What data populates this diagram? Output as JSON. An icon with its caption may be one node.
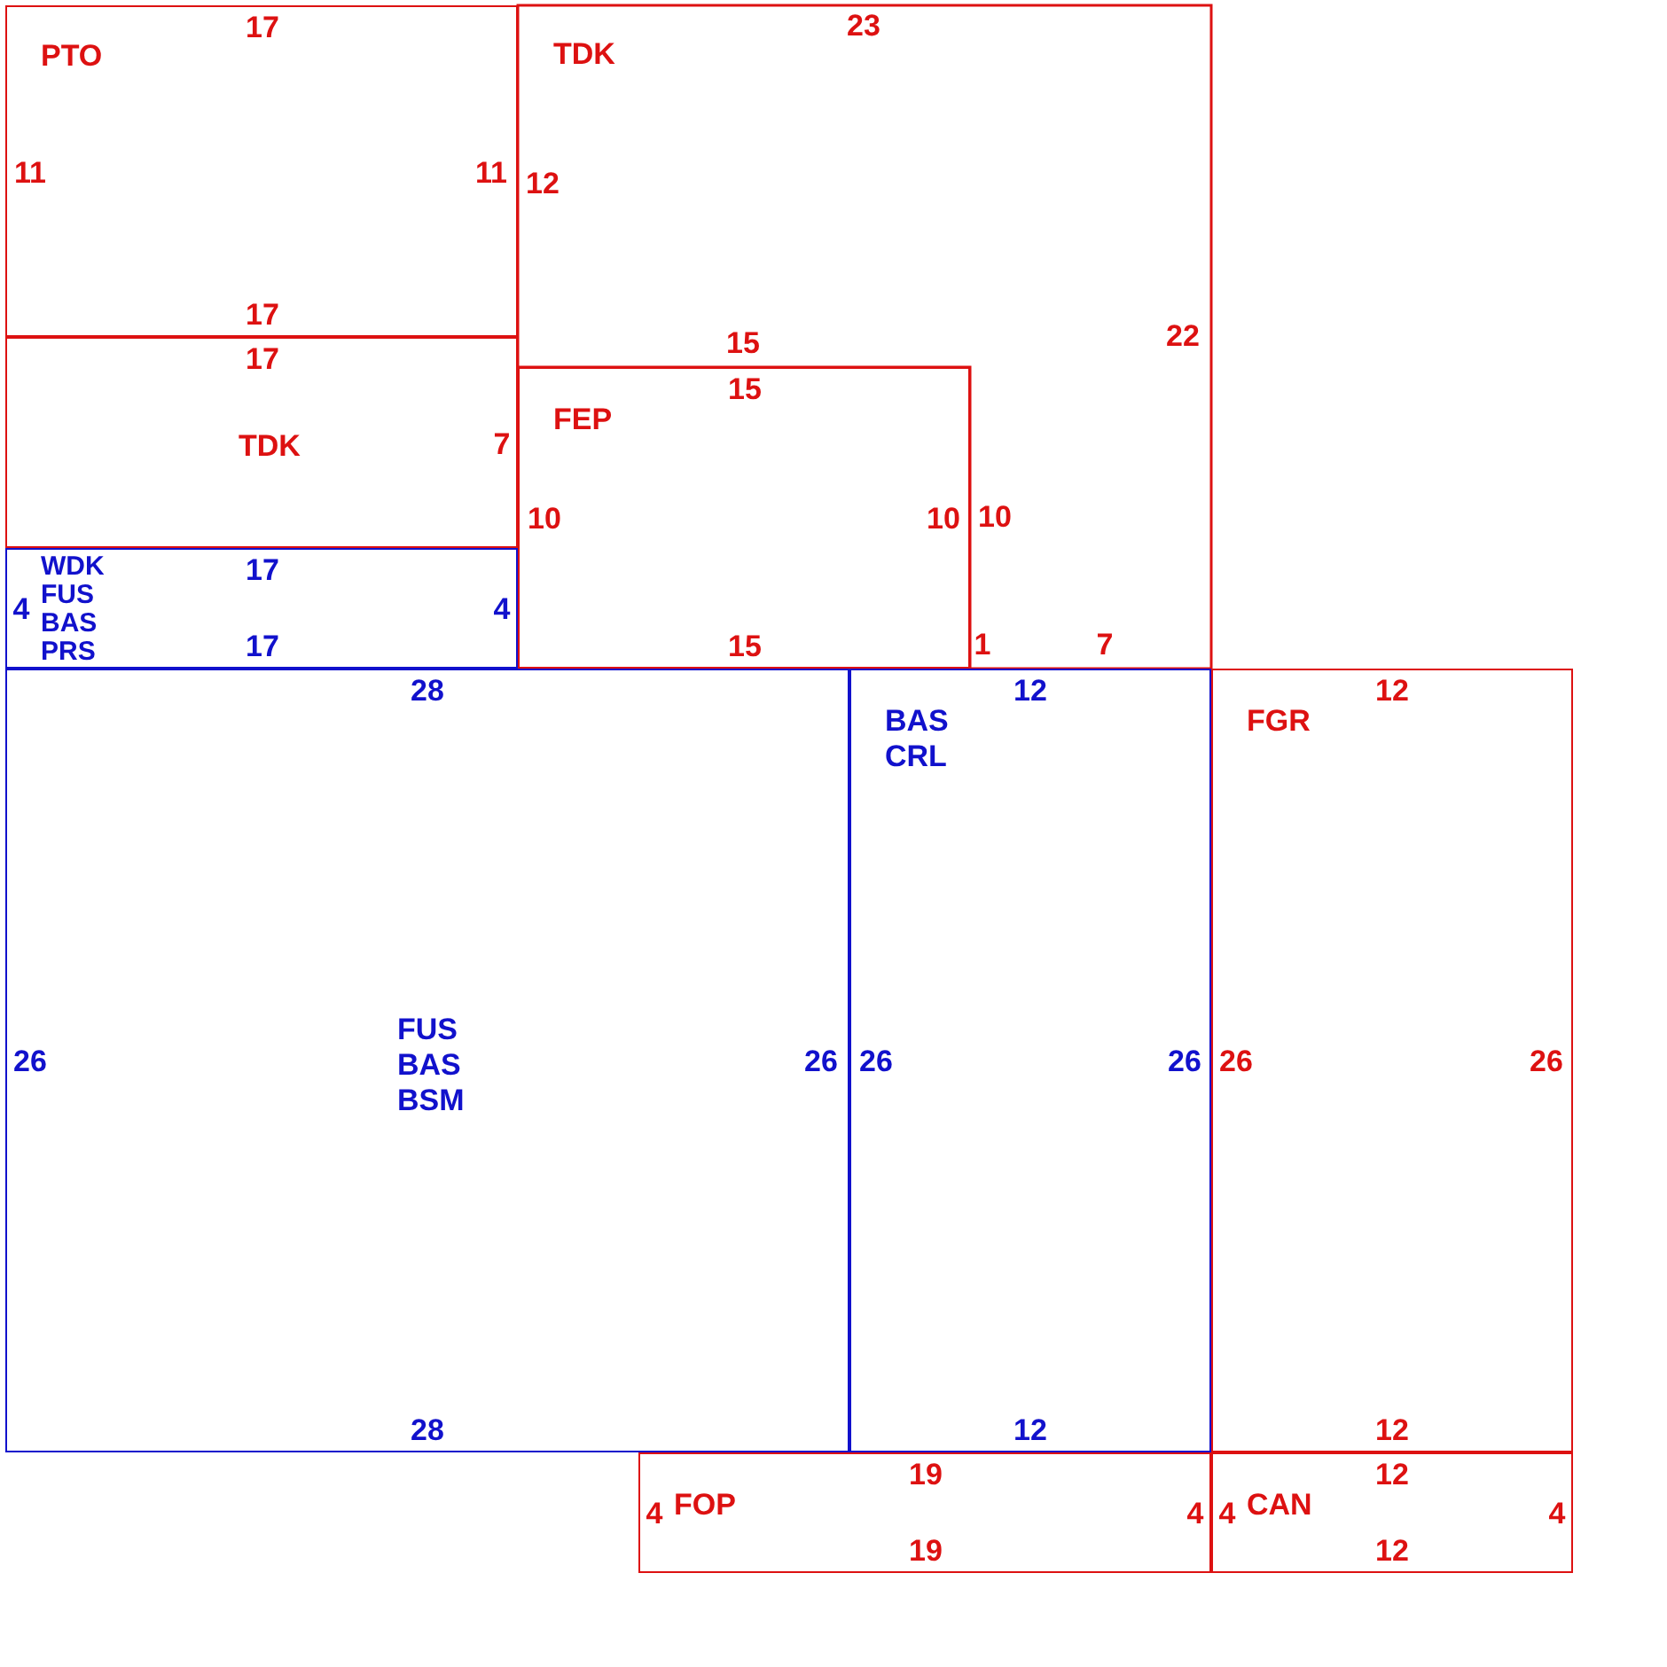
{
  "diagram": {
    "nodes": [
      {
        "text": [
          "17",
          "PTO",
          "11",
          "11",
          "17"
        ]
      },
      {
        "text": [
          "23",
          "TDK",
          "12",
          "22",
          "15",
          "10",
          "1",
          "7"
        ]
      },
      {
        "text": [
          "17",
          "TDK",
          "7"
        ]
      },
      {
        "text": [
          "15",
          "FEP",
          "10",
          "10",
          "15"
        ]
      },
      {
        "text": [
          "WDK FUS BAS PRS",
          "17",
          "4",
          "4",
          "17"
        ]
      },
      {
        "text": [
          "28",
          "FUS BAS BSM",
          "26",
          "26",
          "28"
        ]
      },
      {
        "text": [
          "12",
          "BAS CRL",
          "26",
          "26",
          "12"
        ]
      },
      {
        "text": [
          "12",
          "FGR",
          "26",
          "26",
          "12"
        ]
      },
      {
        "text": [
          "19",
          "FOP",
          "4",
          "4",
          "19"
        ]
      },
      {
        "text": [
          "12",
          "CAN",
          "4",
          "4",
          "12"
        ]
      }
    ]
  }
}
